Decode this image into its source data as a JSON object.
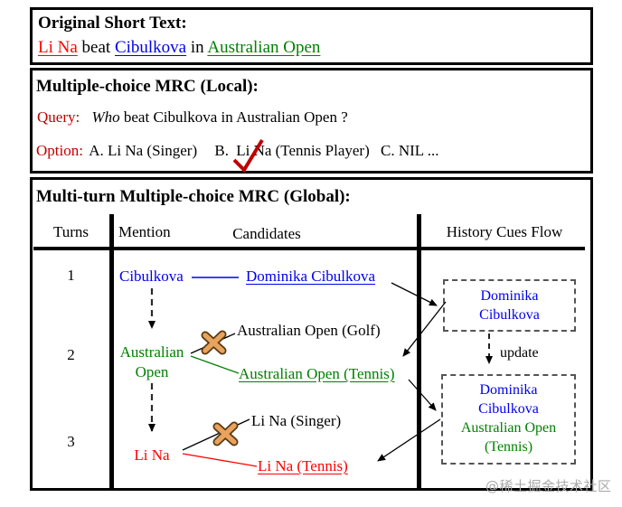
{
  "colors": {
    "entity_red": "#FF0000",
    "entity_blue": "#0000EE",
    "entity_green": "#008000",
    "label_crimson": "#C00000",
    "reject_x_orange": "#E8A35E",
    "watermark_gray": "#ABABAB"
  },
  "panel_original": {
    "title": "Original Short Text:",
    "seg_li_na": "Li Na",
    "seg_beat": " beat ",
    "seg_cibulkova": "Cibulkova",
    "seg_in": " in ",
    "seg_australian_open": "Australian Open"
  },
  "panel_local": {
    "title": "Multiple-choice MRC (Local):",
    "query_label": "Query:",
    "query_who": "Who",
    "query_rest": "beat Cibulkova in Australian Open ?",
    "option_label": "Option:",
    "option_a": "A. Li Na (Singer)",
    "option_b_letter": "B.",
    "option_b_text": "Li Na (Tennis Player)",
    "option_c": "C. NIL ...",
    "selected_option": "B",
    "check_icon": "red-checkmark"
  },
  "panel_global": {
    "title": "Multi-turn Multiple-choice MRC (Global):",
    "headers": {
      "turns": "Turns",
      "mention": "Mention",
      "candidates": "Candidates",
      "history": "History Cues Flow"
    },
    "rows": [
      {
        "turn": "1",
        "mention": "Cibulkova",
        "candidates": [
          "Dominika Cibulkova"
        ]
      },
      {
        "turn": "2",
        "mention": "Australian Open",
        "candidates": [
          "Australian Open (Golf)",
          "Australian Open (Tennis)"
        ]
      },
      {
        "turn": "3",
        "mention": "Li Na",
        "candidates": [
          "Li Na (Singer)",
          "Li Na (Tennis)"
        ]
      }
    ],
    "rejected_candidates": [
      "Australian Open (Golf)",
      "Li Na (Singer)"
    ],
    "history_box_1": {
      "line1": "Dominika",
      "line2": "Cibulkova"
    },
    "update_label": "update",
    "history_box_2": {
      "line1": "Dominika",
      "line2": "Cibulkova",
      "line3": "Australian Open",
      "line4": "(Tennis)"
    }
  },
  "watermark": "@稀土掘金技术社区"
}
